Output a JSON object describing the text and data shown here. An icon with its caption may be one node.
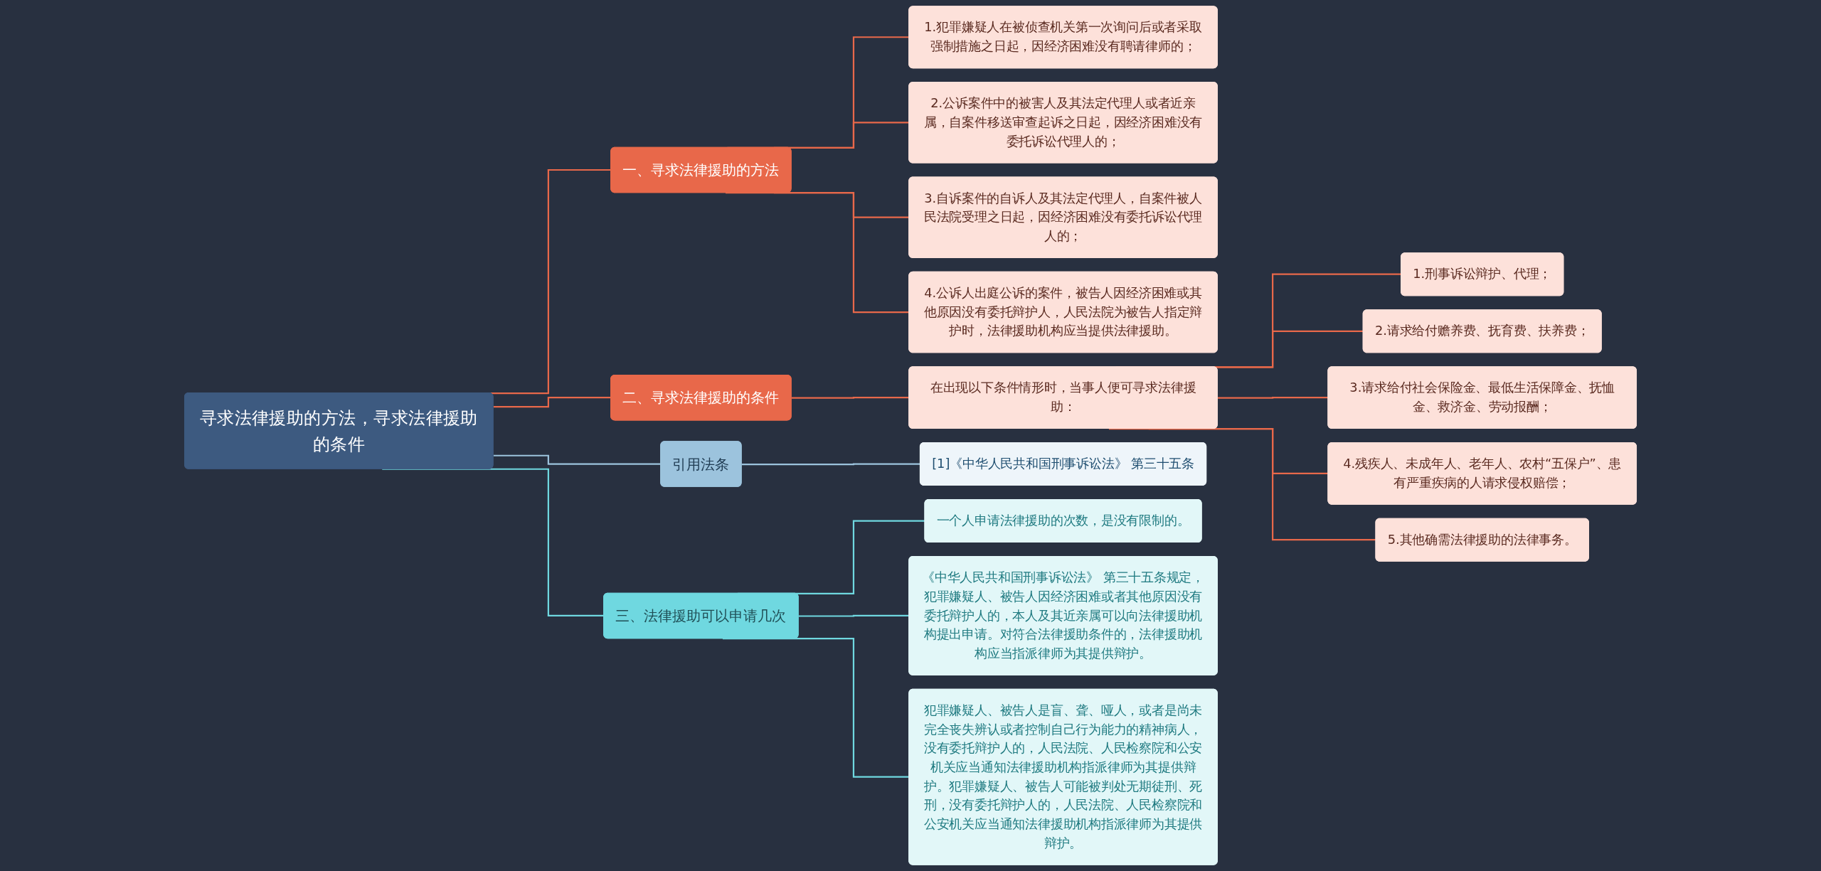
{
  "diagram": {
    "nodes": [
      {
        "text": [
          "寻求法律援助的方法，寻求法律援助的条件"
        ]
      },
      {
        "text": [
          "一、寻求法律援助的方法"
        ]
      },
      {
        "text": [
          "1.犯罪嫌疑人在被侦查机关第一次询问后或者采取强制措施之日起，因经济困难没有聘请律师的；"
        ]
      },
      {
        "text": [
          "2.公诉案件中的被害人及其法定代理人或者近亲属，自案件移送审查起诉之日起，因经济困难没有委托诉讼代理人的；"
        ]
      },
      {
        "text": [
          "3.自诉案件的自诉人及其法定代理人，自案件被人民法院受理之日起，因经济困难没有委托诉讼代理人的；"
        ]
      },
      {
        "text": [
          "4.公诉人出庭公诉的案件，被告人因经济困难或其他原因没有委托辩护人，人民法院为被告人指定辩护时，法律援助机构应当提供法律援助。"
        ]
      },
      {
        "text": [
          "二、寻求法律援助的条件"
        ]
      },
      {
        "text": [
          "在出现以下条件情形时，当事人便可寻求法律援助："
        ]
      },
      {
        "text": [
          "1.刑事诉讼辩护、代理；"
        ]
      },
      {
        "text": [
          "2.请求给付赡养费、抚育费、扶养费；"
        ]
      },
      {
        "text": [
          "3.请求给付社会保险金、最低生活保障金、抚恤金、救济金、劳动报酬；"
        ]
      },
      {
        "text": [
          "4.残疾人、未成年人、老年人、农村“五保户”、患有严重疾病的人请求侵权赔偿；"
        ]
      },
      {
        "text": [
          "5.其他确需法律援助的法律事务。"
        ]
      },
      {
        "text": [
          "引用法条"
        ]
      },
      {
        "text": [
          "[1]《中华人民共和国刑事诉讼法》 第三十五条"
        ]
      },
      {
        "text": [
          "三、法律援助可以申请几次"
        ]
      },
      {
        "text": [
          "一个人申请法律援助的次数，是没有限制的。"
        ]
      },
      {
        "text": [
          "《中华人民共和国刑事诉讼法》 第三十五条规定，犯罪嫌疑人、被告人因经济困难或者其他原因没有委托辩护人的，本人及其近亲属可以向法律援助机构提出申请。对符合法律援助条件的，法律援助机构应当指派律师为其提供辩护。"
        ]
      },
      {
        "text": [
          "犯罪嫌疑人、被告人是盲、聋、哑人，或者是尚未完全丧失辨认或者控制自己行为能力的精神病人，没有委托辩护人的，人民法院、人民检察院和公安机关应当通知法律援助机构指派律师为其提供辩护。犯罪嫌疑人、被告人可能被判处无期徒刑、死刑，没有委托辩护人的，人民法院、人民检察院和公安机关应当通知法律援助机构指派律师为其提供辩护。"
        ]
      }
    ],
    "edges": [
      {
        "from": 0,
        "to": 1,
        "arrow": "none"
      },
      {
        "from": 1,
        "to": 2,
        "arrow": "none"
      },
      {
        "from": 1,
        "to": 3,
        "arrow": "none"
      },
      {
        "from": 1,
        "to": 4,
        "arrow": "none"
      },
      {
        "from": 1,
        "to": 5,
        "arrow": "none"
      },
      {
        "from": 0,
        "to": 6,
        "arrow": "none"
      },
      {
        "from": 6,
        "to": 7,
        "arrow": "none"
      },
      {
        "from": 7,
        "to": 8,
        "arrow": "none"
      },
      {
        "from": 7,
        "to": 9,
        "arrow": "none"
      },
      {
        "from": 7,
        "to": 10,
        "arrow": "none"
      },
      {
        "from": 7,
        "to": 11,
        "arrow": "none"
      },
      {
        "from": 7,
        "to": 12,
        "arrow": "none"
      },
      {
        "from": 0,
        "to": 13,
        "arrow": "none",
        "color": "#9cc3dd"
      },
      {
        "from": 13,
        "to": 14,
        "arrow": "none",
        "color": "#9cc3dd"
      },
      {
        "from": 0,
        "to": 15,
        "arrow": "none",
        "color": "#6fd8e0"
      },
      {
        "from": 15,
        "to": 16,
        "arrow": "none",
        "color": "#6fd8e0"
      },
      {
        "from": 15,
        "to": 17,
        "arrow": "none",
        "color": "#6fd8e0"
      },
      {
        "from": 15,
        "to": 18,
        "arrow": "none",
        "color": "#6fd8e0"
      }
    ]
  }
}
